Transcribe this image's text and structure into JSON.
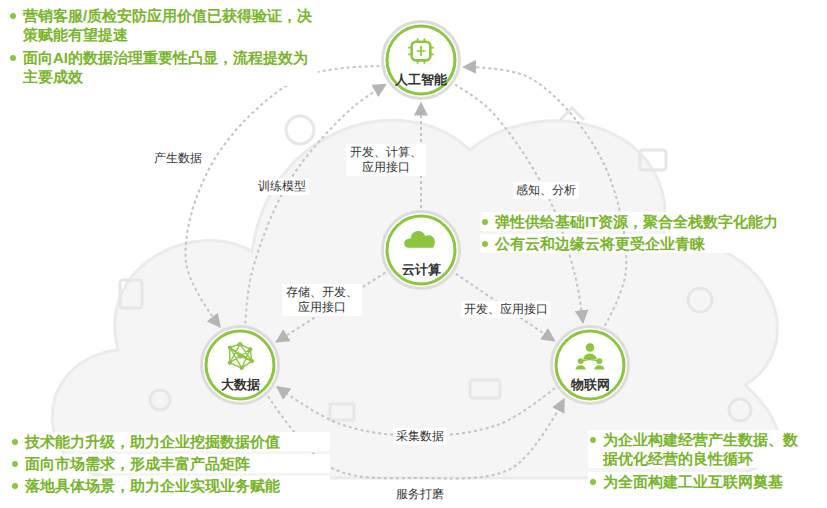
{
  "diagram": {
    "nodes": [
      {
        "text": [
          "人工智能"
        ]
      },
      {
        "text": [
          "云计算"
        ]
      },
      {
        "text": [
          "大数据"
        ]
      },
      {
        "text": [
          "物联网"
        ]
      }
    ],
    "edges": [
      {
        "from": 1,
        "to": 0,
        "label": "开发、计算、应用接口",
        "arrow": "to"
      },
      {
        "from": 1,
        "to": 2,
        "label": "存储、开发、应用接口",
        "arrow": "to"
      },
      {
        "from": 1,
        "to": 3,
        "label": "开发、应用接口",
        "arrow": "to"
      },
      {
        "from": 0,
        "to": 2,
        "label": "产生数据",
        "arrow": "to"
      },
      {
        "from": 2,
        "to": 0,
        "label": "训练模型",
        "arrow": "to"
      },
      {
        "from": 0,
        "to": 3,
        "label": "感知、分析",
        "arrow": "to"
      },
      {
        "from": 3,
        "to": 0,
        "arrow": "to"
      },
      {
        "from": 3,
        "to": 2,
        "label": "采集数据",
        "arrow": "to"
      },
      {
        "from": 2,
        "to": 3,
        "label": "服务打磨",
        "arrow": "to"
      }
    ],
    "labels": [
      "营销客服/质检安防应用价值已获得验证，决策赋能有望提速",
      "面向AI的数据治理重要性凸显，流程提效为主要成效",
      "弹性供给基础IT资源，聚合全栈数字化能力",
      "公有云和边缘云将更受企业青睐",
      "技术能力升级，助力企业挖掘数据价值",
      "面向市场需求，形成丰富产品矩阵",
      "落地具体场景，助力企业实现业务赋能",
      "为企业构建经营产生数据、数据优化经营的良性循环",
      "为全面构建工业互联网奠基"
    ]
  }
}
